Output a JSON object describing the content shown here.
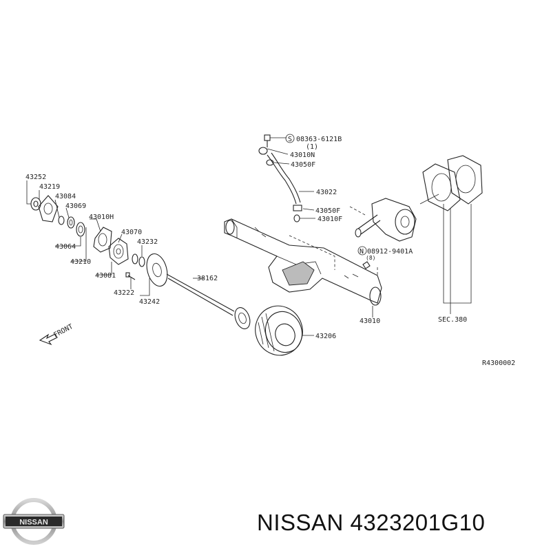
{
  "labels": {
    "p43252": "43252",
    "p43219": "43219",
    "p43084": "43084",
    "p43069": "43069",
    "p43010h": "43010H",
    "p43070": "43070",
    "p43232": "43232",
    "p43064": "43064",
    "p43210": "43210",
    "p43081": "43081",
    "p43222": "43222",
    "p43242": "43242",
    "p38162": "38162",
    "p43206": "43206",
    "p43010": "43010",
    "p43022": "43022",
    "p43050f_top": "43050F",
    "p43010n": "43010N",
    "p43050f_bot": "43050F",
    "p43010f": "43010F",
    "bolt_code": "08363-6121B",
    "bolt_prefix": "S",
    "bolt_qty": "(1)",
    "nut_code": "08912-9401A",
    "nut_prefix": "N",
    "nut_qty": "(8)",
    "sec": "SEC.380",
    "front": "FRONT",
    "ref": "R4300002"
  },
  "logo_text": "NISSAN",
  "caption": "NISSAN 4323201G10"
}
